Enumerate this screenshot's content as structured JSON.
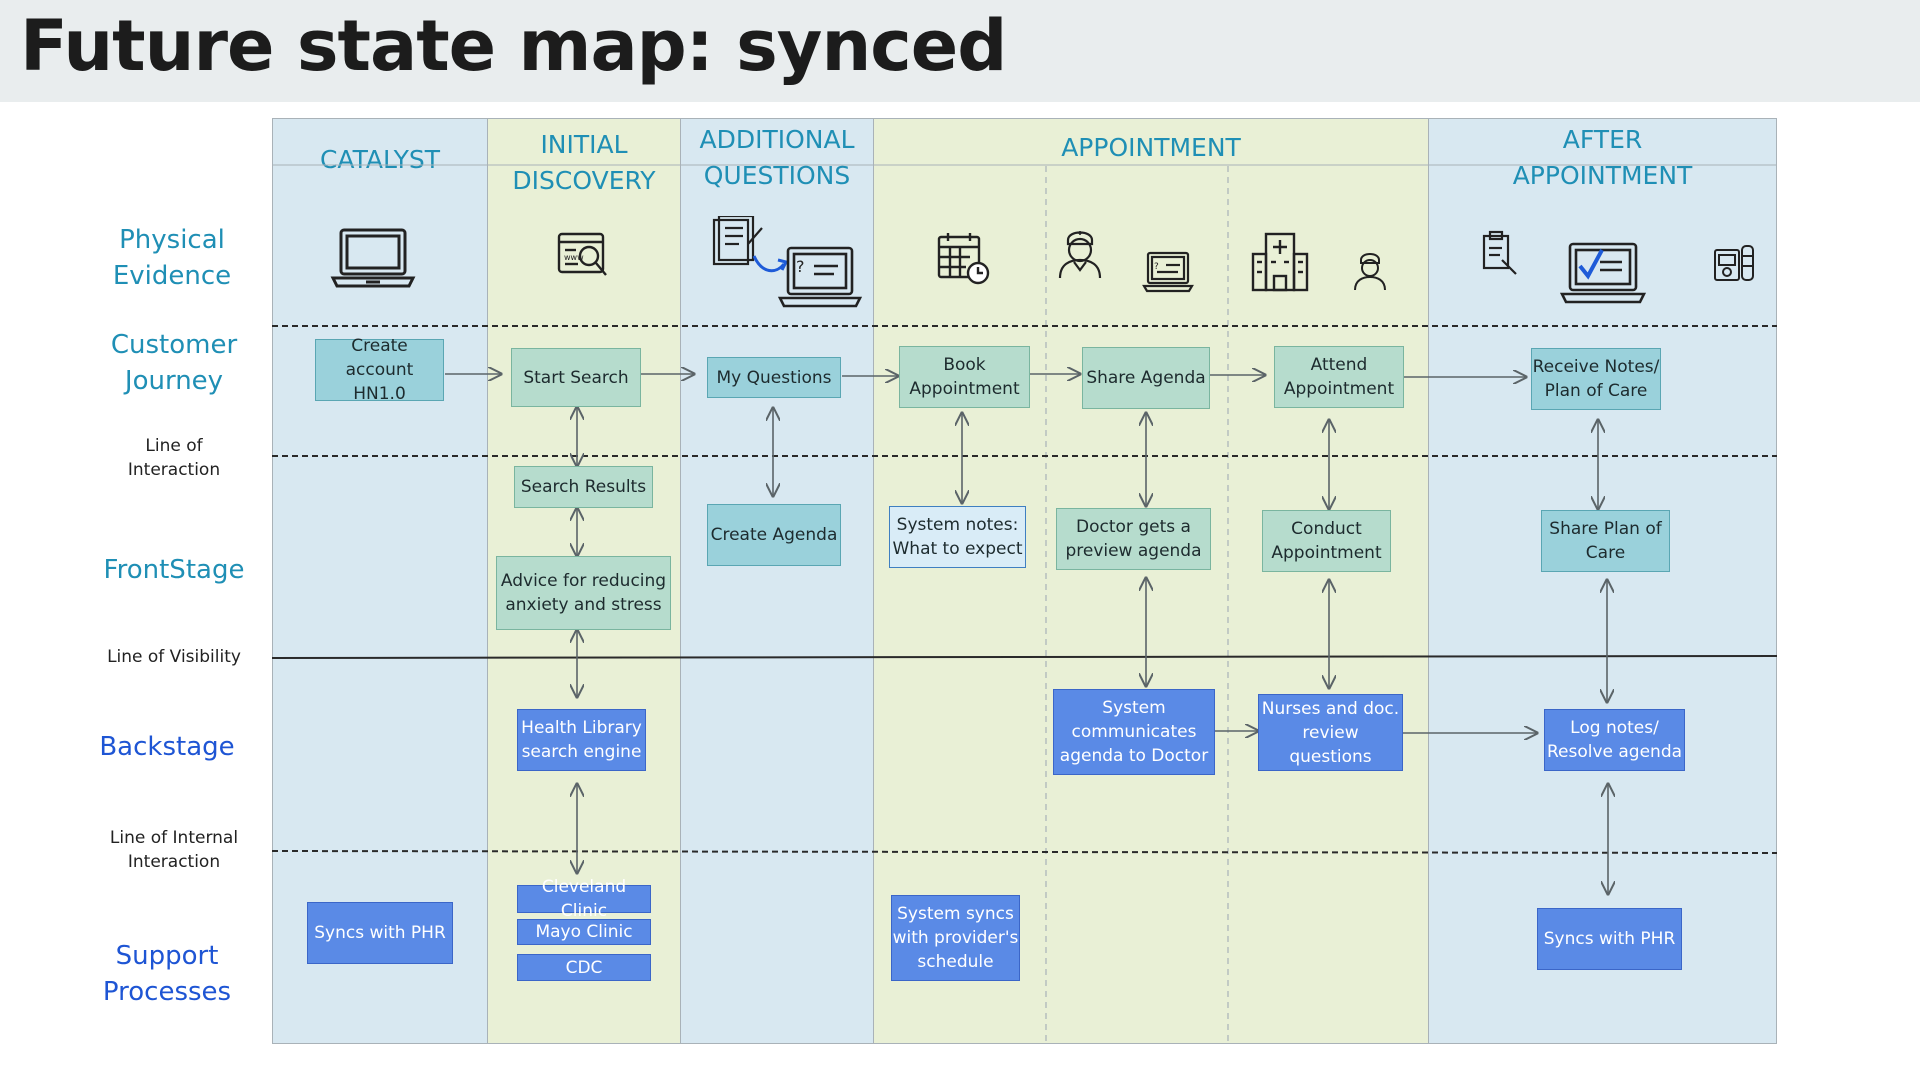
{
  "title": "Future state map: synced",
  "phases": [
    {
      "id": "catalyst",
      "label": "CATALYST"
    },
    {
      "id": "initial-discovery",
      "label": "INITIAL\nDISCOVERY"
    },
    {
      "id": "additional-questions",
      "label": "ADDITIONAL\nQUESTIONS"
    },
    {
      "id": "appointment",
      "label": "APPOINTMENT"
    },
    {
      "id": "after-appointment",
      "label": "AFTER\nAPPOINTMENT"
    }
  ],
  "rows": {
    "physical_evidence": "Physical\nEvidence",
    "customer_journey": "Customer\nJourney",
    "frontstage": "FrontStage",
    "backstage": "Backstage",
    "support_processes": "Support\nProcesses"
  },
  "lines": {
    "interaction": "Line of\nInteraction",
    "visibility": "Line of Visibility",
    "internal_interaction": "Line of Internal\nInteraction"
  },
  "boxes": {
    "create_account": "Create account\nHN1.0",
    "start_search": "Start Search",
    "my_questions": "My Questions",
    "book_appointment": "Book\nAppointment",
    "share_agenda": "Share Agenda",
    "attend_appointment": "Attend\nAppointment",
    "receive_notes": "Receive Notes/\nPlan of Care",
    "search_results": "Search Results",
    "advice": "Advice for reducing\nanxiety and stress",
    "create_agenda": "Create Agenda",
    "system_notes": "System notes:\nWhat to expect",
    "doctor_preview": "Doctor gets a\npreview agenda",
    "conduct_appointment": "Conduct\nAppointment",
    "share_plan": "Share Plan of\nCare",
    "health_library": "Health Library\nsearch engine",
    "system_communicates": "System\ncommunicates\nagenda to Doctor",
    "nurses_review": "Nurses and doc.\nreview questions",
    "log_notes": "Log notes/\nResolve agenda",
    "syncs_phr_1": "Syncs with PHR",
    "cleveland_clinic": "Cleveland Clinic",
    "mayo_clinic": "Mayo Clinic",
    "cdc": "CDC",
    "system_syncs": "System syncs\nwith provider's\nschedule",
    "syncs_phr_2": "Syncs with PHR"
  },
  "icons": [
    "laptop-icon",
    "web-search-icon",
    "questionnaire-laptop-icon",
    "calendar-icon",
    "nurse-icon",
    "laptop-form-icon",
    "hospital-icon",
    "nurse-icon",
    "clipboard-icon",
    "laptop-checklist-icon",
    "medical-record-icon"
  ],
  "colors": {
    "phase_blue": "#d8e8f1",
    "phase_green": "#e9f0d6",
    "heading_teal": "#1f8fb5",
    "heading_blue": "#1e55d4",
    "box_teal": "#9ad1db",
    "box_mint": "#b6dccd",
    "box_blue": "#5a8ae6"
  }
}
